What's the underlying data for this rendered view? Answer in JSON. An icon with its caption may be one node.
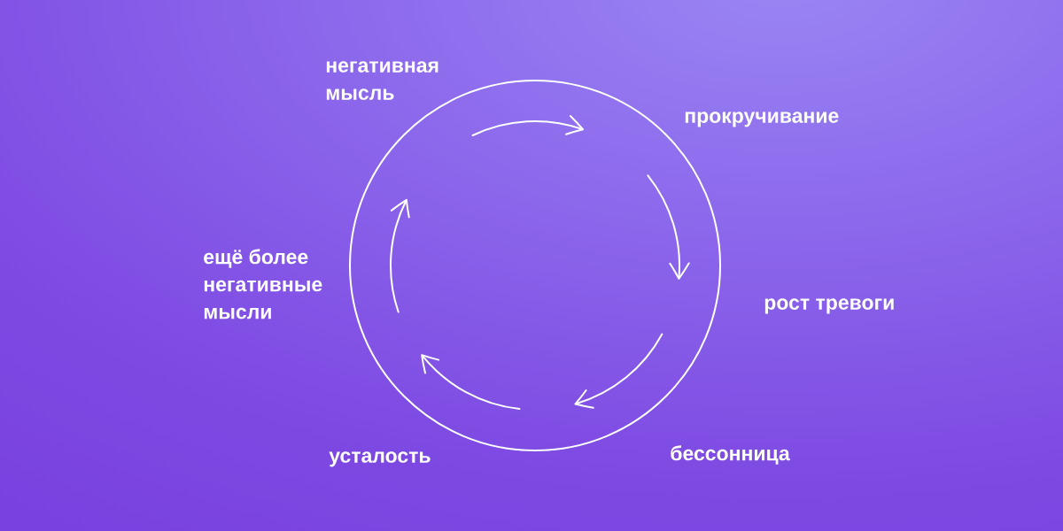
{
  "diagram": {
    "labels": [
      "негативная мысль",
      "прокручивание",
      "рост тревоги",
      "бессонница",
      "усталость",
      "ещё более негативные мысли"
    ]
  }
}
